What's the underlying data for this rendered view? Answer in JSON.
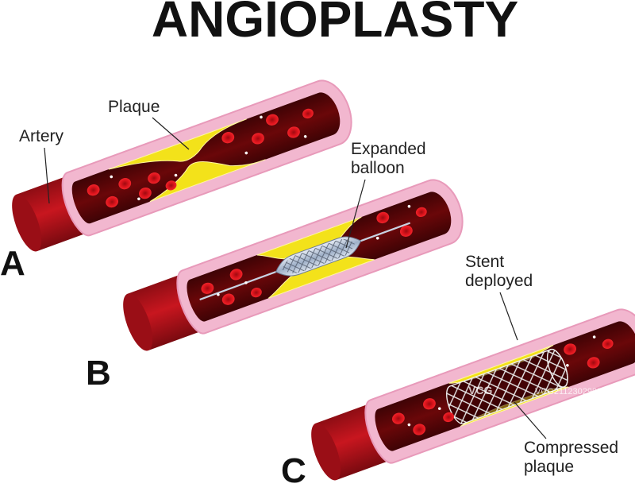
{
  "title": "ANGIOPLASTY",
  "panels": [
    {
      "letter": "A",
      "labels": [
        "Artery",
        "Plaque"
      ]
    },
    {
      "letter": "B",
      "labels": [
        "Expanded",
        "balloon"
      ]
    },
    {
      "letter": "C",
      "labels": [
        "Stent",
        "deployed",
        "Compressed",
        "plaque"
      ]
    }
  ],
  "watermark": {
    "logo": "VCG",
    "text": "VCG211230299887"
  },
  "colors": {
    "artery_wall": "#b3121c",
    "artery_inner_layer": "#f2b7cf",
    "lumen": "#5a0608",
    "plaque": "#f3e21a",
    "blood_cell": "#e1151d",
    "balloon": "#b8c4d8",
    "stent": "#d9d9d9"
  }
}
